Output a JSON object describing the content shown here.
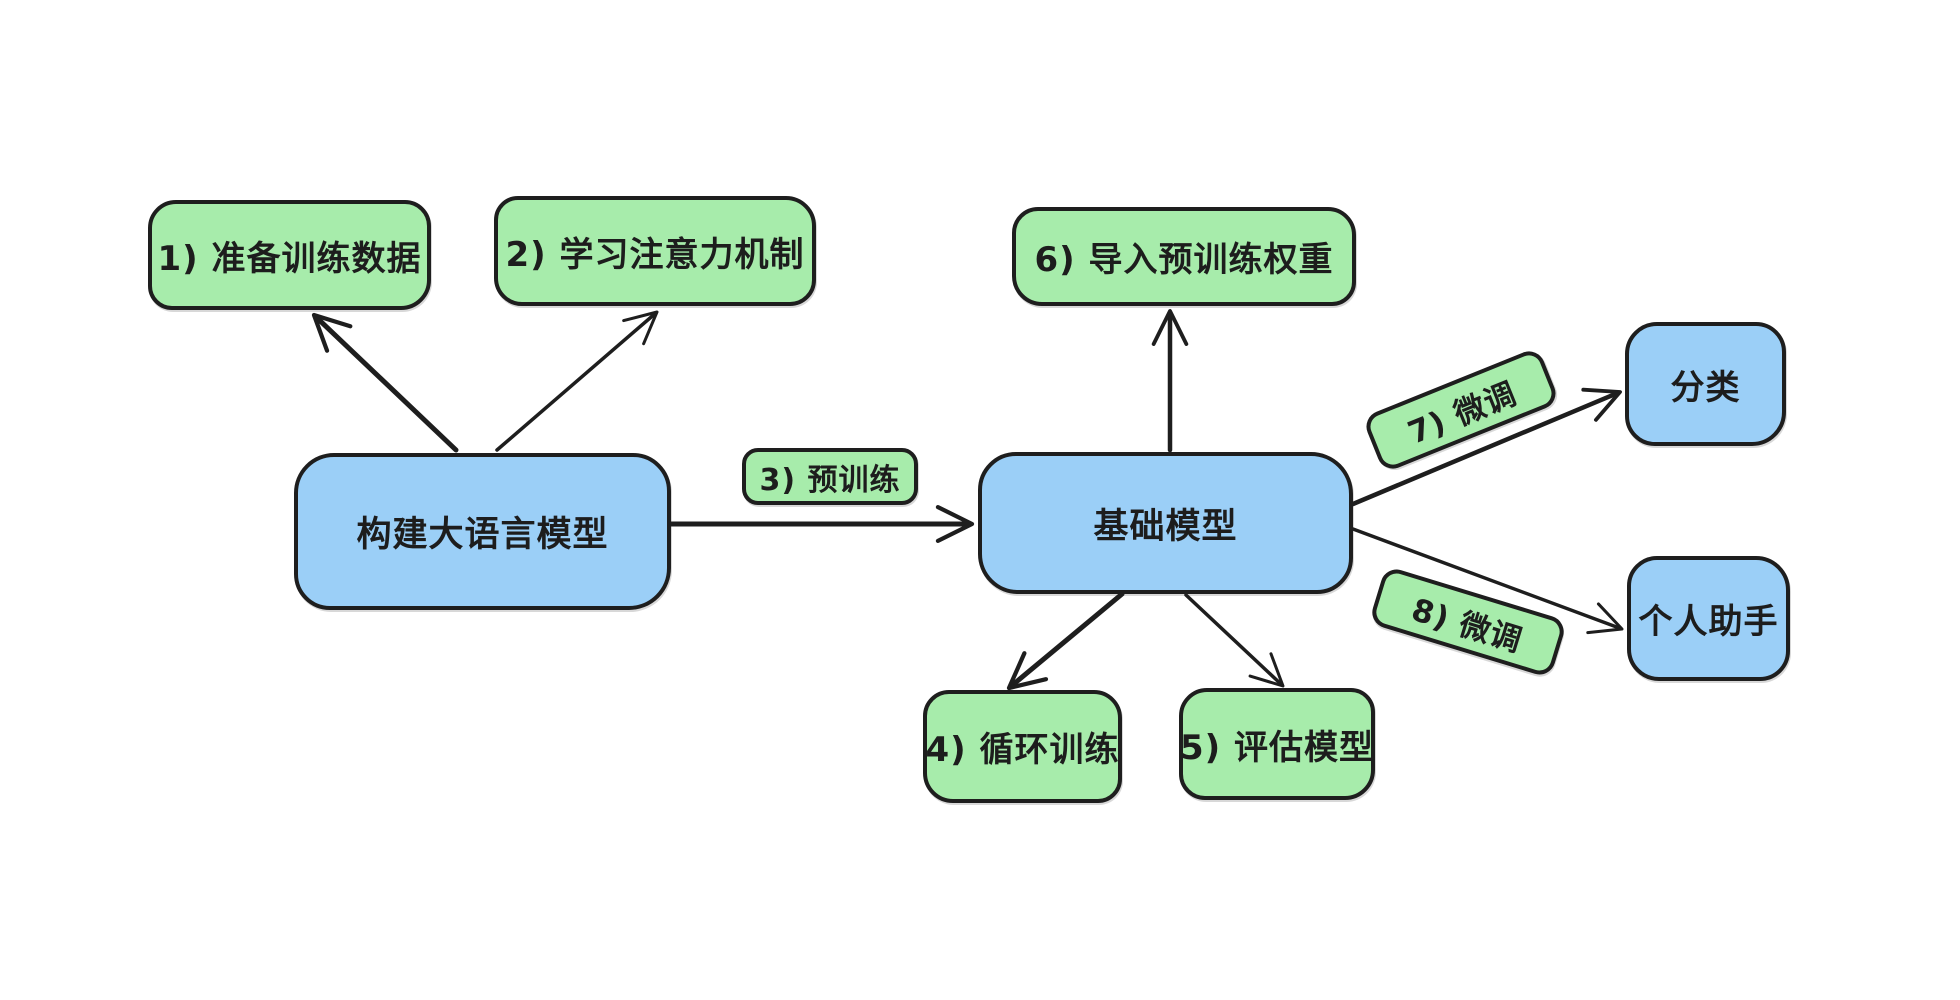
{
  "diagram": {
    "nodes": {
      "step1": {
        "label": "1) 准备训练数据",
        "color": "green"
      },
      "step2": {
        "label": "2) 学习注意力机制",
        "color": "green"
      },
      "label3": {
        "label": "3) 预训练",
        "color": "green"
      },
      "step4": {
        "label": "4) 循环训练",
        "color": "green"
      },
      "step5": {
        "label": "5) 评估模型",
        "color": "green"
      },
      "step6": {
        "label": "6) 导入预训练权重",
        "color": "green"
      },
      "label7": {
        "label": "7) 微调",
        "color": "green"
      },
      "label8": {
        "label": "8) 微调",
        "color": "green"
      },
      "build_llm": {
        "label": "构建大语言模型",
        "color": "blue"
      },
      "base_model": {
        "label": "基础模型",
        "color": "blue"
      },
      "classification": {
        "label": "分类",
        "color": "blue"
      },
      "personal_assistant": {
        "label": "个人助手",
        "color": "blue"
      }
    },
    "edges": [
      {
        "from": "build_llm",
        "to": "step1",
        "label": ""
      },
      {
        "from": "build_llm",
        "to": "step2",
        "label": ""
      },
      {
        "from": "build_llm",
        "to": "base_model",
        "label": "3) 预训练"
      },
      {
        "from": "base_model",
        "to": "step6",
        "label": ""
      },
      {
        "from": "base_model",
        "to": "step4",
        "label": ""
      },
      {
        "from": "base_model",
        "to": "step5",
        "label": ""
      },
      {
        "from": "base_model",
        "to": "classification",
        "label": "7) 微调"
      },
      {
        "from": "base_model",
        "to": "personal_assistant",
        "label": "8) 微调"
      }
    ],
    "colors": {
      "green_fill": "#a7ecab",
      "blue_fill": "#9bcff7",
      "stroke": "#1e1e1e",
      "text": "#1d1d1d",
      "background": "#ffffff"
    }
  }
}
